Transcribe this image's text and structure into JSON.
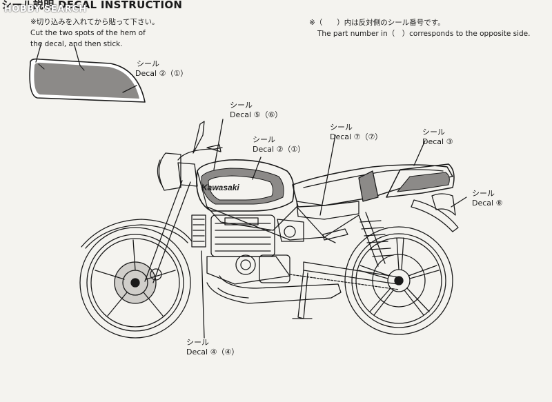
{
  "header": {
    "title": "シール説明 DECAL INSTRUCTION",
    "watermark": "HOBBY SEARCH"
  },
  "notes": {
    "cut_jp": "※切り込みを入れてから貼って下さい。",
    "cut_en_1": "Cut the two spots of the hem of",
    "cut_en_2": "the decal, and then stick.",
    "opposite_jp": "※（　　）内は反対側のシール番号です。",
    "opposite_en": "The part number in（　）corresponds to the opposite side."
  },
  "bike": {
    "brand": "Kawasaki"
  },
  "callouts": [
    {
      "jp": "シール",
      "en": "Decal ②（①）"
    },
    {
      "jp": "シール",
      "en": "Decal ⑤（⑥）"
    },
    {
      "jp": "シール",
      "en": "Decal ②（①）"
    },
    {
      "jp": "シール",
      "en": "Decal ⑦（⑦）"
    },
    {
      "jp": "シール",
      "en": "Decal ③"
    },
    {
      "jp": "シール",
      "en": "Decal ⑧"
    },
    {
      "jp": "シール",
      "en": "Decal ④（④）"
    }
  ],
  "colors": {
    "line": "#1a1a1a",
    "decal": "#8c8a88",
    "paper": "#f4f3ef"
  }
}
